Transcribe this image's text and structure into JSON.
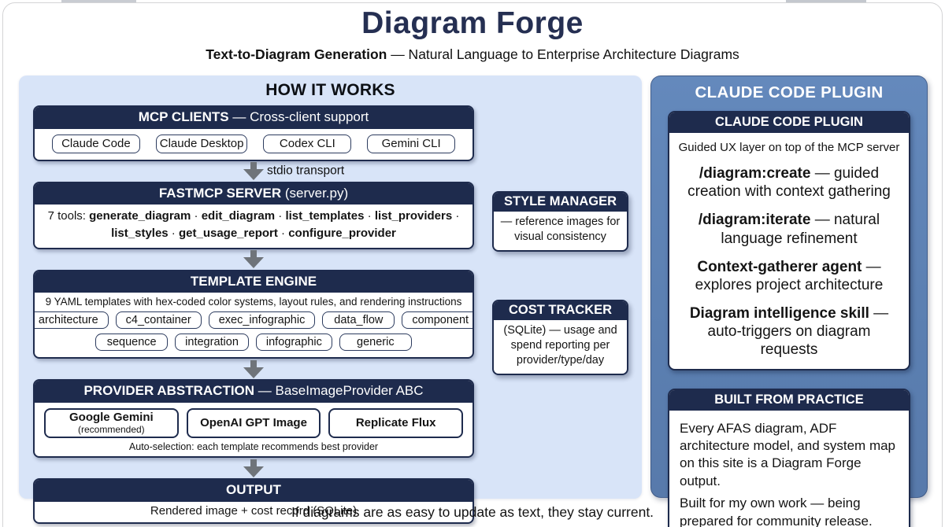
{
  "page": {
    "title": "Diagram Forge",
    "subtitle_bold": "Text-to-Diagram Generation",
    "subtitle_rest": " — Natural Language to Enterprise Architecture Diagrams",
    "footer": "If diagrams are as easy to update as text, they stay current."
  },
  "colors": {
    "navy": "#1e2b4d",
    "light_panel": "#d8e4f8",
    "blue_panel": "#5d82b6",
    "arrow_gray": "#6f747a",
    "title_navy": "#252f52"
  },
  "how_it_works": {
    "title": "HOW IT WORKS",
    "mcp_clients": {
      "header_bold": "MCP CLIENTS",
      "header_rest": " — Cross-client support",
      "clients": [
        "Claude Code",
        "Claude Desktop",
        "Codex CLI",
        "Gemini CLI"
      ]
    },
    "arrow1_label": "stdio transport",
    "fastmcp": {
      "header_bold": "FASTMCP SERVER",
      "header_rest": " (server.py)",
      "tools_prefix": "7 tools: ",
      "tools_separator": " · ",
      "tools": [
        "generate_diagram",
        "edit_diagram",
        "list_templates",
        "list_providers",
        "list_styles",
        "get_usage_report",
        "configure_provider"
      ]
    },
    "template_engine": {
      "header_bold": "TEMPLATE ENGINE",
      "description": "9 YAML templates with hex-coded color systems, layout rules, and rendering instructions",
      "templates_row1": [
        "architecture",
        "c4_container",
        "exec_infographic",
        "data_flow",
        "component"
      ],
      "templates_row2": [
        "sequence",
        "integration",
        "infographic",
        "generic"
      ]
    },
    "provider_abstraction": {
      "header_bold": "PROVIDER ABSTRACTION",
      "header_rest": " — BaseImageProvider ABC",
      "providers": [
        {
          "name": "Google Gemini",
          "note": "(recommended)"
        },
        {
          "name": "OpenAI GPT Image",
          "note": ""
        },
        {
          "name": "Replicate Flux",
          "note": ""
        }
      ],
      "caption": "Auto-selection: each template recommends best provider"
    },
    "output": {
      "header_bold": "OUTPUT",
      "body": "Rendered image + cost record (SQLite)"
    }
  },
  "side_cards": {
    "style_manager": {
      "header": "STYLE MANAGER",
      "body": "— reference images for visual consistency"
    },
    "cost_tracker": {
      "header": "COST TRACKER",
      "body": "(SQLite) — usage and spend reporting per provider/type/day"
    }
  },
  "plugin_panel": {
    "title": "CLAUDE CODE PLUGIN",
    "card": {
      "header": "CLAUDE CODE PLUGIN",
      "intro": "Guided UX layer on top of the MCP server",
      "features": [
        {
          "term": "/diagram:create",
          "desc": " — guided creation with context gathering"
        },
        {
          "term": "/diagram:iterate",
          "desc": " — natural language refinement"
        },
        {
          "term": "Context-gatherer agent",
          "desc": " — explores project architecture"
        },
        {
          "term": "Diagram intelligence skill",
          "desc": " — auto-triggers on diagram requests"
        }
      ]
    },
    "practice": {
      "header": "BUILT FROM PRACTICE",
      "p1": "Every AFAS diagram, ADF architecture model, and system map on this site is a Diagram Forge output.",
      "p2": "Built for my own work — being prepared for community release."
    }
  }
}
